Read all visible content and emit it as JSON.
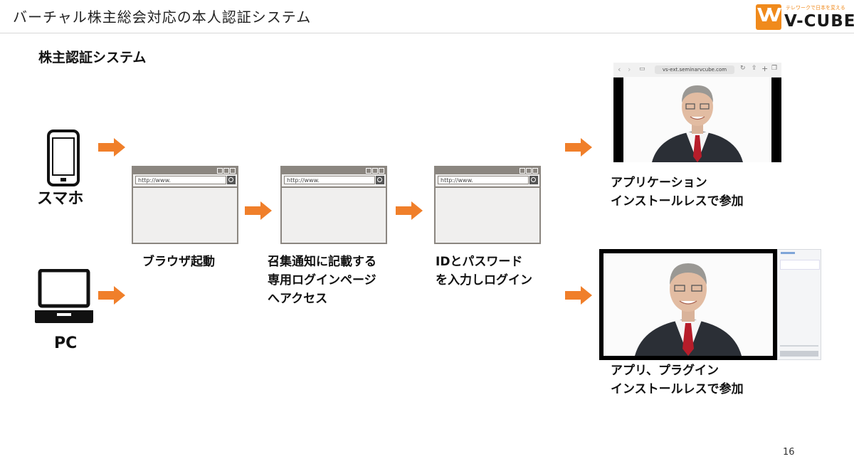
{
  "header": {
    "title": "バーチャル株主総会対応の本人認証システム",
    "logo_tagline": "テレワークで日本を変える",
    "logo_name": "V-CUBE"
  },
  "subtitle": "株主認証システム",
  "devices": {
    "smartphone_label": "スマホ",
    "pc_label": "PC"
  },
  "steps": [
    {
      "url_text": "http://www.",
      "label_lines": [
        "ブラウザ起動"
      ]
    },
    {
      "url_text": "http://www.",
      "label_lines": [
        "召集通知に記載する",
        "専用ログインページ",
        "へアクセス"
      ]
    },
    {
      "url_text": "http://www.",
      "label_lines": [
        "IDとパスワード",
        "を入力しログイン"
      ]
    }
  ],
  "results": {
    "mobile": {
      "address_bar": "vs-ext.seminarvcube.com",
      "label_lines": [
        "アプリケーション",
        "インストールレスで参加"
      ]
    },
    "pc": {
      "label_lines": [
        "アプリ、プラグイン",
        "インストールレスで参加"
      ]
    }
  },
  "page_number": "16",
  "colors": {
    "arrow": "#f07f2a",
    "browser_frame": "#8b8680",
    "logo": "#f08a1c"
  }
}
